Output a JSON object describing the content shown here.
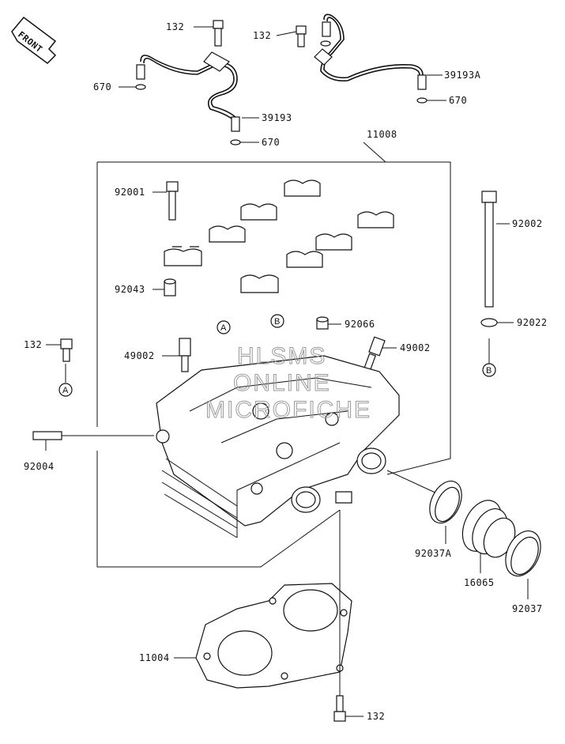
{
  "front_badge": "FRONT",
  "watermark": [
    "HLSMS",
    "ONLINE",
    "MICROFICHE"
  ],
  "refs": {
    "a": "A",
    "b": "B"
  },
  "labels": {
    "bolt_132_top_left": "132",
    "bolt_132_top_right": "132",
    "oring_670_left": "670",
    "pipe_39193": "39193",
    "oring_670_mid": "670",
    "pipe_39193a": "39193A",
    "oring_670_right": "670",
    "head_assy_11008": "11008",
    "bolt_92001": "92001",
    "stud_92002": "92002",
    "dowel_92043": "92043",
    "cap_92066": "92066",
    "washer_92022": "92022",
    "plug_49002_left": "49002",
    "plug_49002_right": "49002",
    "bolt_132_side": "132",
    "stud_92004": "92004",
    "clamp_92037a": "92037A",
    "holder_16065": "16065",
    "clamp_92037": "92037",
    "gasket_11004": "11004",
    "bolt_132_bottom": "132"
  }
}
